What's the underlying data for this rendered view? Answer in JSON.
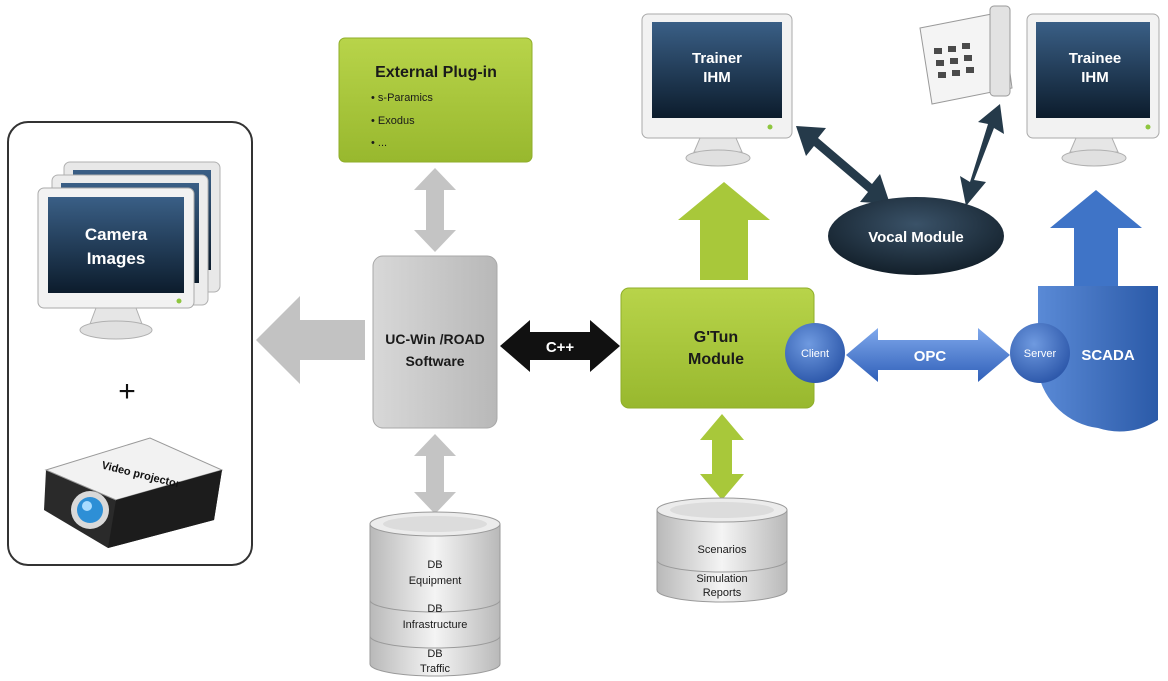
{
  "camera_panel": {
    "camera_label_1": "Camera",
    "camera_label_2": "Images",
    "plus": "+",
    "projector_label": "Video projector"
  },
  "plugin": {
    "title": "External Plug-in",
    "items": [
      "• s-Paramics",
      "• Exodus",
      "• ..."
    ]
  },
  "ucwin": {
    "line1": "UC-Win /ROAD",
    "line2": "Software"
  },
  "cpp_label": "C++",
  "gtun": {
    "line1": "G'Tun",
    "line2": "Module",
    "client": "Client"
  },
  "opc_label": "OPC",
  "scada": {
    "server": "Server",
    "label": "SCADA"
  },
  "trainer": {
    "line1": "Trainer",
    "line2": "IHM"
  },
  "trainee": {
    "line1": "Trainee",
    "line2": "IHM"
  },
  "vocal": "Vocal Module",
  "db_left": {
    "layers": [
      {
        "line1": "DB",
        "line2": "Equipment"
      },
      {
        "line1": "DB",
        "line2": "Infrastructure"
      },
      {
        "line1": "DB",
        "line2": "Traffic"
      }
    ]
  },
  "db_right": {
    "layers": [
      {
        "line1": "Scenarios",
        "line2": ""
      },
      {
        "line1": "Simulation",
        "line2": "Reports"
      }
    ]
  },
  "colors": {
    "green": "#a8c83a",
    "grey_box": "#c9c9c9",
    "grey_arrow": "#c0c0c0",
    "blue": "#3f74c7",
    "dark": "#253a4a"
  }
}
